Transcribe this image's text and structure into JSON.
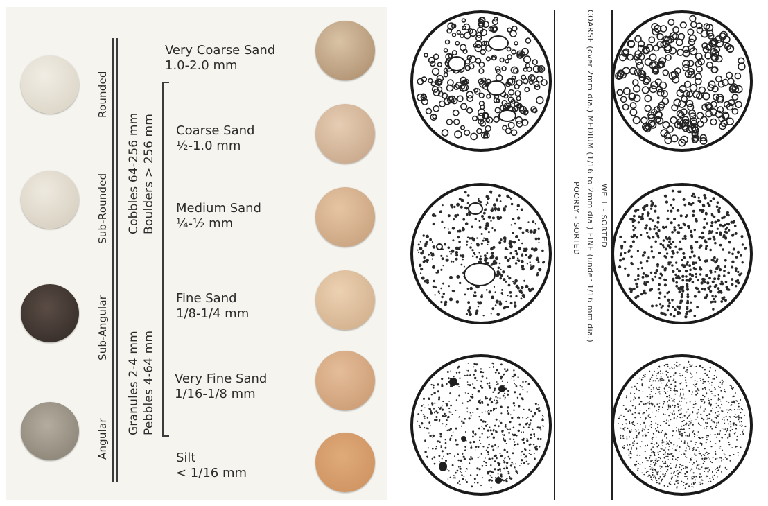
{
  "left": {
    "roundness": {
      "rounded": "Rounded",
      "sub_rounded": "Sub-Rounded",
      "sub_angular": "Sub-Angular",
      "angular": "Angular"
    },
    "gravel": {
      "cobbles": "Cobbles 64-256  mm",
      "boulders": "Boulders > 256  mm",
      "granules": "Granules 2-4  mm",
      "pebbles": "Pebbles 4-64  mm"
    },
    "sizes": [
      {
        "name": "Very Coarse Sand",
        "range": "1.0-2.0 mm"
      },
      {
        "name": "Coarse Sand",
        "range": "½-1.0 mm"
      },
      {
        "name": "Medium Sand",
        "range": "¼-½ mm"
      },
      {
        "name": "Fine Sand",
        "range": "1/8-1/4 mm"
      },
      {
        "name": "Very Fine Sand",
        "range": "1/16-1/8 mm"
      },
      {
        "name": "Silt",
        "range": "< 1/16 mm"
      }
    ],
    "colors": {
      "rounded": "#e2dccf",
      "sub_rounded": "#ddd6c7",
      "sub_angular": "#3e3430",
      "angular": "#9b9486",
      "very_coarse": "#b89c7c",
      "coarse": "#d2b497",
      "medium": "#d3ae8b",
      "fine": "#dcbd9a",
      "very_fine": "#d4a883",
      "silt": "#d59b68"
    }
  },
  "right": {
    "sorting": {
      "well": "WELL - SORTED",
      "poorly": "POORLY - SORTED"
    },
    "size_classes": "COARSE (over 2mm dia.)  MEDIUM (1/16 to 2mm dia.)  FINE (under 1/16 mm dia.)"
  }
}
